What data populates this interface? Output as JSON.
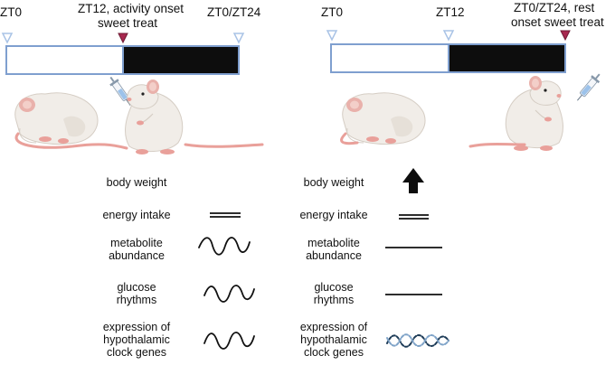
{
  "left_panel": {
    "label_start": "ZT0",
    "label_mid_line1": "ZT12, activity onset",
    "label_mid_line2": "sweet treat",
    "label_end": "ZT0/ZT24",
    "rows": [
      {
        "lines": [
          "body weight"
        ],
        "symbol": "none"
      },
      {
        "lines": [
          "energy intake"
        ],
        "symbol": "double-line"
      },
      {
        "lines": [
          "metabolite",
          "abundance"
        ],
        "symbol": "wave"
      },
      {
        "lines": [
          "glucose",
          "rhythms"
        ],
        "symbol": "wave"
      },
      {
        "lines": [
          "expression of",
          "hypothalamic",
          "clock genes"
        ],
        "symbol": "wave"
      }
    ]
  },
  "right_panel": {
    "label_start": "ZT0",
    "label_mid": "ZT12",
    "label_end_line1": "ZT0/ZT24, rest",
    "label_end_line2": "onset sweet treat",
    "body_weight_arrow": "up-arrow-icon",
    "rows": [
      {
        "lines": [
          "body weight"
        ],
        "symbol": "up-arrow"
      },
      {
        "lines": [
          "energy intake"
        ],
        "symbol": "double-line"
      },
      {
        "lines": [
          "metabolite",
          "abundance"
        ],
        "symbol": "flat-line"
      },
      {
        "lines": [
          "glucose",
          "rhythms"
        ],
        "symbol": "flat-line"
      },
      {
        "lines": [
          "expression of",
          "hypothalamic",
          "clock genes"
        ],
        "symbol": "dampened-wave"
      }
    ]
  },
  "colors": {
    "bar_outline": "#7f9fcf",
    "light_phase": "#ffffff",
    "dark_phase": "#0d0d0d",
    "zt_marker": "#a9c3e6",
    "treat_marker": "#a8284f",
    "rat_body": "#f1ede8",
    "rat_shade": "#d9d2ca",
    "rat_pink": "#e9a09a",
    "symbol_line": "#111111",
    "dampened_wave_dark": "#1d3b57",
    "dampened_wave_light": "#7fa3c8"
  }
}
